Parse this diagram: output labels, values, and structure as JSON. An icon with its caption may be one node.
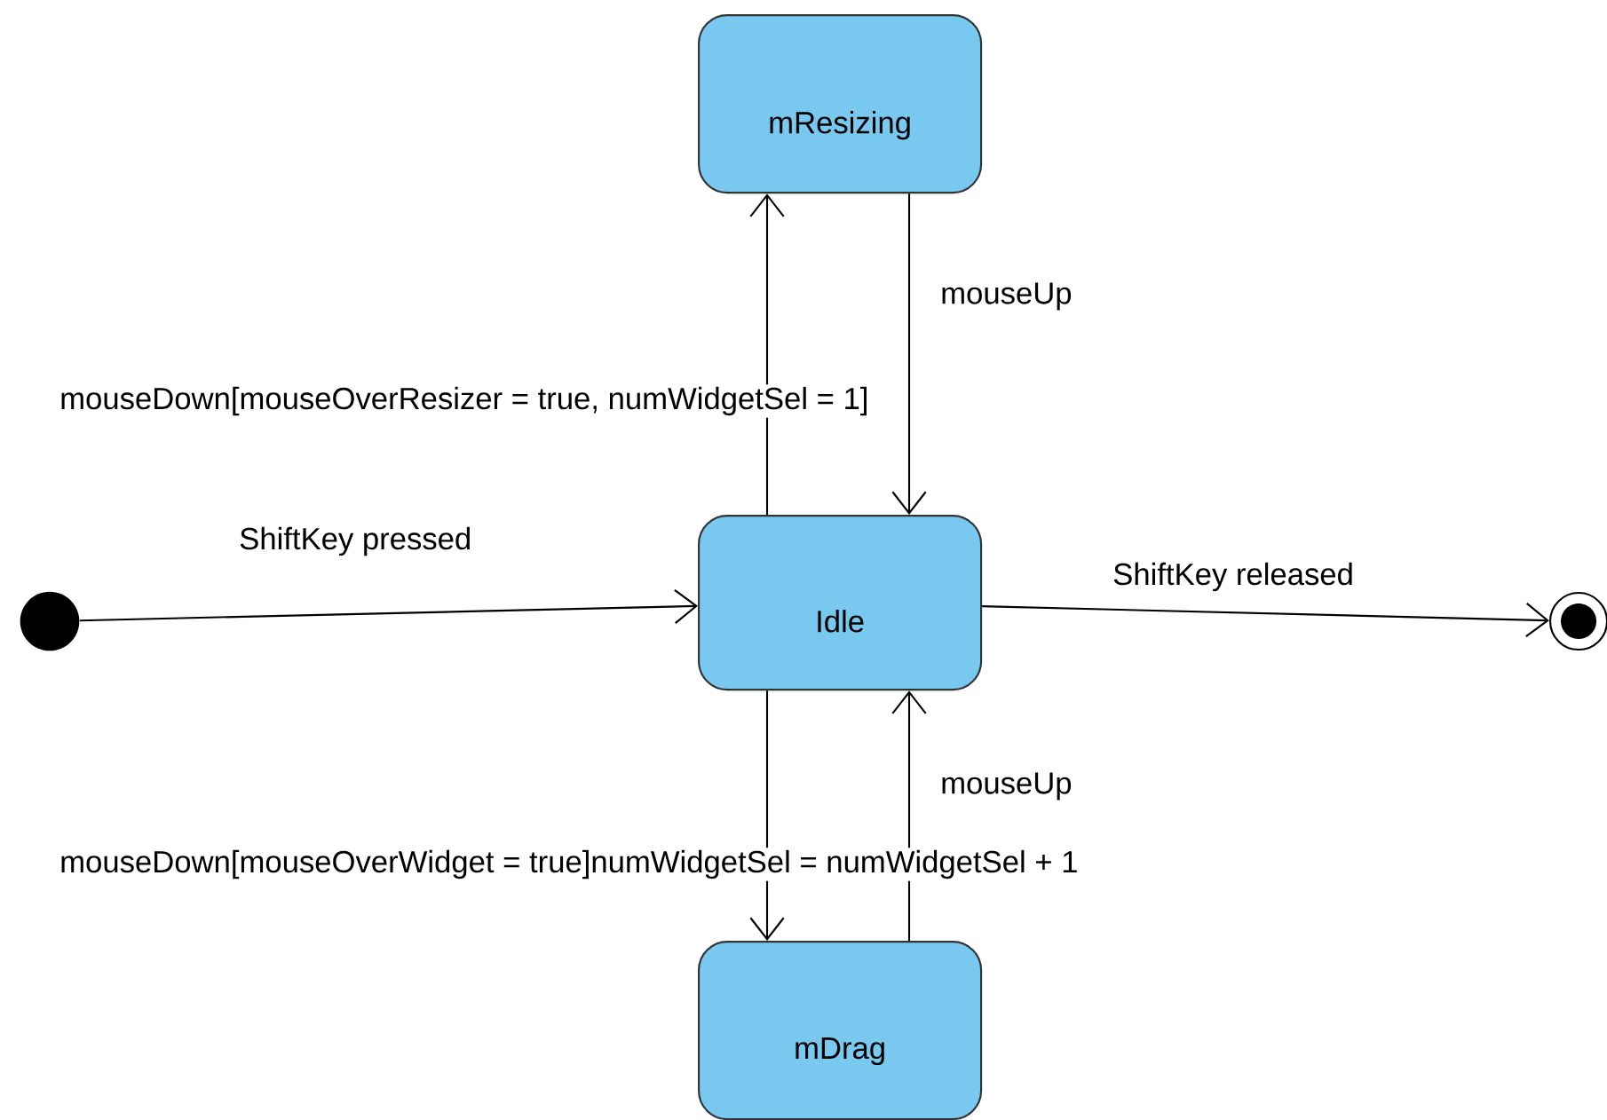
{
  "diagram": {
    "nodes": [
      {
        "text": [
          "mResizing"
        ]
      },
      {
        "text": [
          "Idle"
        ]
      },
      {
        "text": [
          "mDrag"
        ]
      },
      {
        "text": [],
        "shape": "circle"
      },
      {
        "text": [],
        "shape": "circle"
      }
    ],
    "edges": [
      {
        "from": 1,
        "to": 0,
        "arrow": "to",
        "label": "mouseDown[mouseOverResizer = true, numWidgetSel = 1]"
      },
      {
        "from": 0,
        "to": 1,
        "arrow": "to",
        "label": "mouseUp"
      },
      {
        "from": 3,
        "to": 1,
        "arrow": "to",
        "label": "ShiftKey pressed"
      },
      {
        "from": 1,
        "to": 4,
        "arrow": "to",
        "label": "ShiftKey released"
      },
      {
        "from": 1,
        "to": 2,
        "arrow": "to",
        "label": "mouseDown[mouseOverWidget = true]numWidgetSel = numWidgetSel + 1"
      },
      {
        "from": 2,
        "to": 1,
        "arrow": "to",
        "label": "mouseUp"
      }
    ]
  }
}
